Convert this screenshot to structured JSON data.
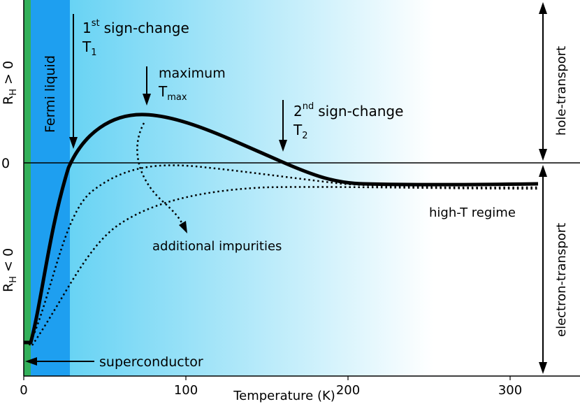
{
  "colors": {
    "superconductor_band": "#33b05a",
    "fermi_liquid_band": "#1e9ff0",
    "gradient_start": "#68d3f4",
    "gradient_end": "#ffffff"
  },
  "labels": {
    "fermi_liquid": "Fermi liquid",
    "first_sign_change": "sign-change",
    "first_sign_change_sup": "st",
    "first_sign_change_num": "1",
    "t1": "T",
    "t1_sub": "1",
    "maximum": "maximum",
    "tmax": "T",
    "tmax_sub": "max",
    "second_sign_change": "sign-change",
    "second_sign_change_sup": "nd",
    "second_sign_change_num": "2",
    "t2": "T",
    "t2_sub": "2",
    "high_t_regime": "high-T regime",
    "additional_impurities": "additional impurities",
    "superconductor": "superconductor",
    "hole_transport": "hole-transport",
    "electron_transport": "electron-transport",
    "rh_positive": "R",
    "rh_positive_sub": "H",
    "rh_positive_rel": " > 0",
    "rh_negative": "R",
    "rh_negative_sub": "H",
    "rh_negative_rel": " < 0",
    "zero": "0"
  },
  "x_axis": {
    "label": "Temperature (K)",
    "ticks": [
      "0",
      "100",
      "200",
      "300"
    ]
  }
}
